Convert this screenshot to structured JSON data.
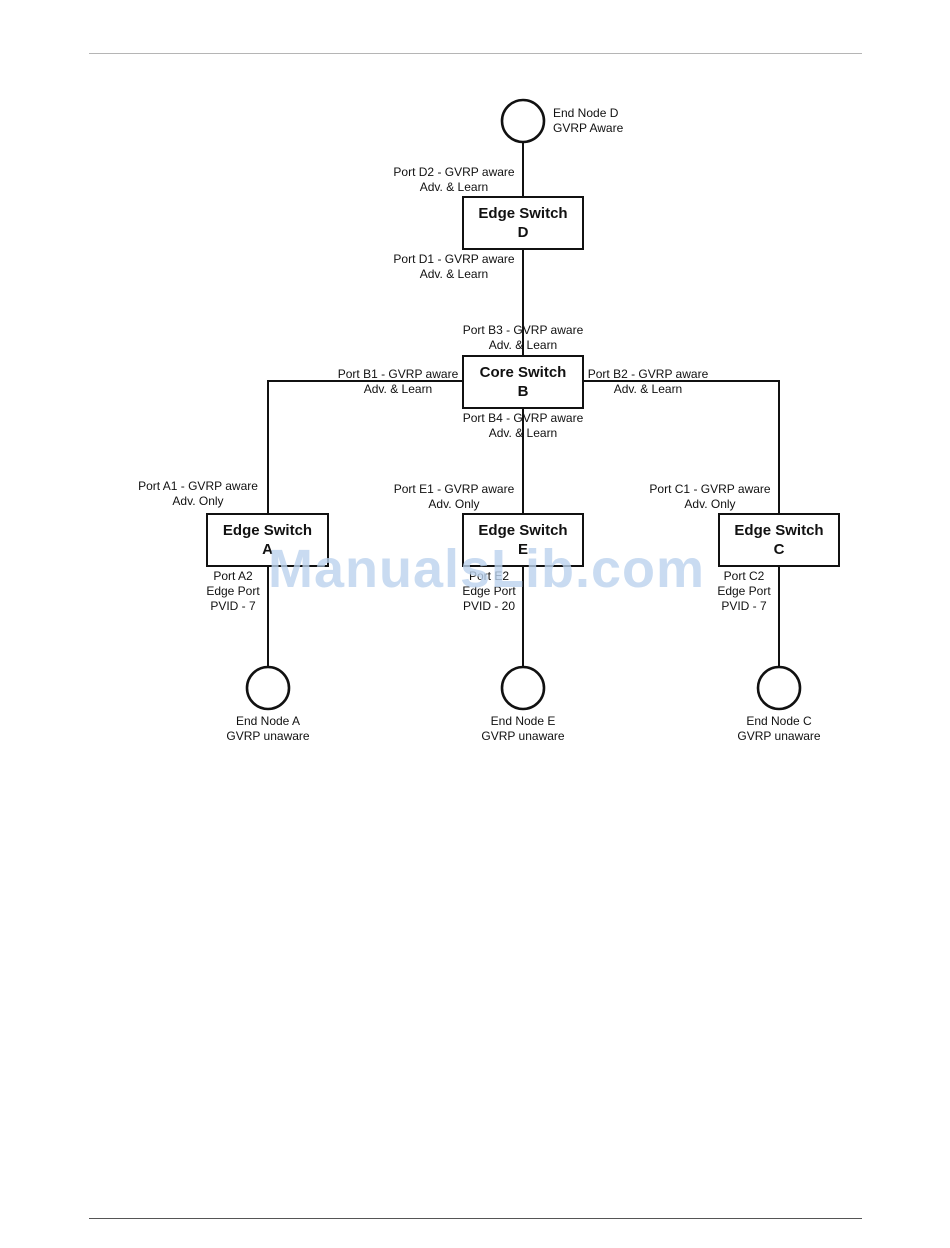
{
  "switches": {
    "d": {
      "line1": "Edge Switch",
      "line2": "D"
    },
    "b": {
      "line1": "Core Switch",
      "line2": "B"
    },
    "a": {
      "line1": "Edge Switch",
      "line2": "A"
    },
    "e": {
      "line1": "Edge Switch",
      "line2": "E"
    },
    "c": {
      "line1": "Edge Switch",
      "line2": "C"
    }
  },
  "nodes": {
    "d": {
      "line1": "End Node D",
      "line2": "GVRP Aware"
    },
    "a": {
      "line1": "End Node A",
      "line2": "GVRP unaware"
    },
    "e": {
      "line1": "End Node E",
      "line2": "GVRP unaware"
    },
    "c": {
      "line1": "End Node C",
      "line2": "GVRP unaware"
    }
  },
  "ports": {
    "d2": {
      "line1": "Port D2 - GVRP aware",
      "line2": "Adv. & Learn"
    },
    "d1": {
      "line1": "Port D1 - GVRP aware",
      "line2": "Adv. & Learn"
    },
    "b3": {
      "line1": "Port B3 - GVRP aware",
      "line2": "Adv. & Learn"
    },
    "b1": {
      "line1": "Port B1 - GVRP aware",
      "line2": "Adv. & Learn"
    },
    "b2": {
      "line1": "Port B2 - GVRP aware",
      "line2": "Adv. & Learn"
    },
    "b4": {
      "line1": "Port B4 - GVRP aware",
      "line2": "Adv. & Learn"
    },
    "a1": {
      "line1": "Port A1 - GVRP aware",
      "line2": "Adv. Only"
    },
    "e1": {
      "line1": "Port E1 - GVRP aware",
      "line2": "Adv. Only"
    },
    "c1": {
      "line1": "Port C1 - GVRP aware",
      "line2": "Adv. Only"
    },
    "a2": {
      "line1": "Port A2",
      "line2": "Edge Port",
      "line3": "PVID - 7"
    },
    "e2": {
      "line1": "Port E2",
      "line2": "Edge Port",
      "line3": "PVID - 20"
    },
    "c2": {
      "line1": "Port C2",
      "line2": "Edge Port",
      "line3": "PVID - 7"
    }
  },
  "watermark": "ManualsLib.com"
}
